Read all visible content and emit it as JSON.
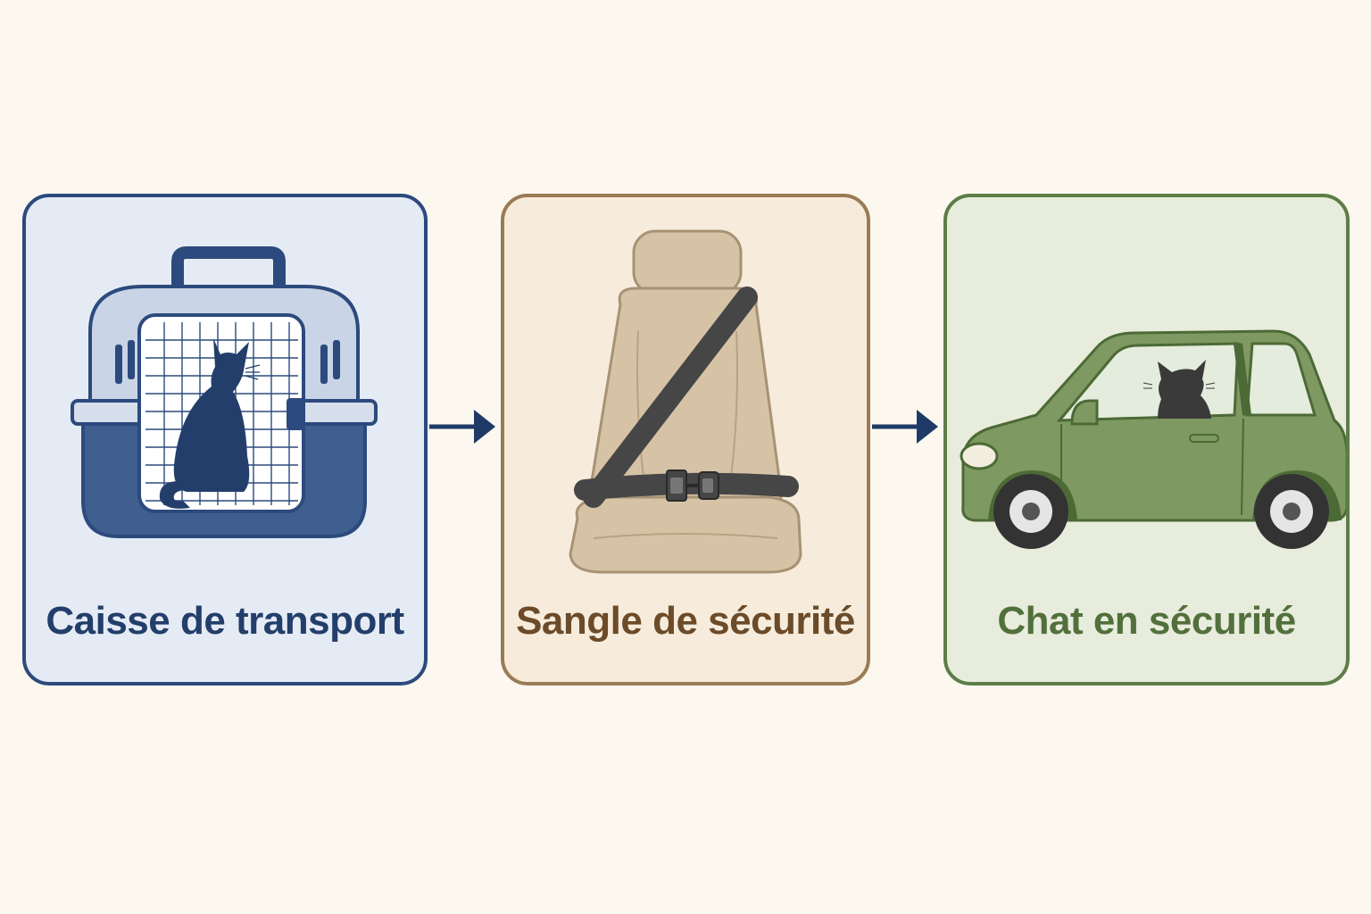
{
  "steps": [
    {
      "label": "Caisse de transport",
      "icon": "cat-carrier-icon",
      "border": "#2c4a7d",
      "fill": "#e5ebf4",
      "text": "#233e6a"
    },
    {
      "label": "Sangle de sécurité",
      "icon": "car-seat-belt-icon",
      "border": "#9a7b56",
      "fill": "#f7ecdb",
      "text": "#6b4b29"
    },
    {
      "label": "Chat en sécurité",
      "icon": "car-with-cat-icon",
      "border": "#5d7d47",
      "fill": "#e8ecdc",
      "text": "#52703c"
    }
  ],
  "arrow_color": "#1f3a66"
}
